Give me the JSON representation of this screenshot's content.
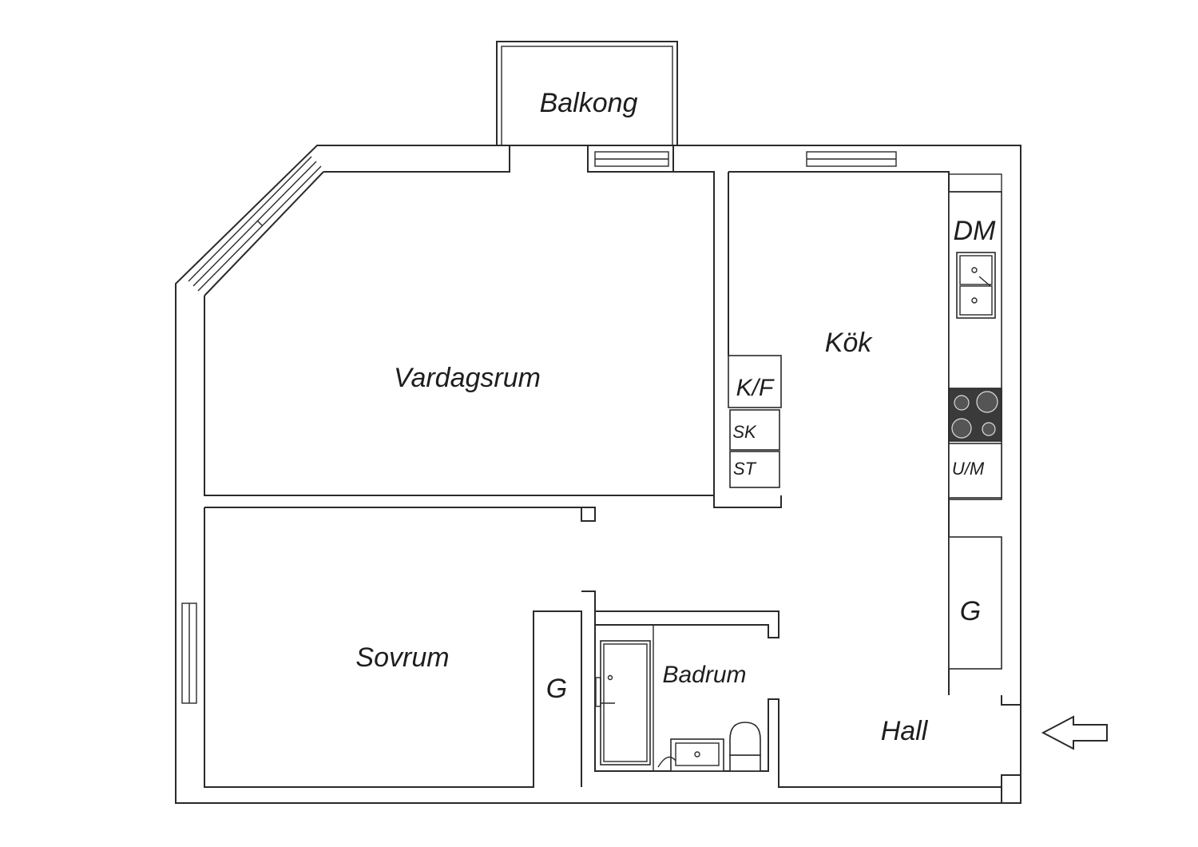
{
  "rooms": {
    "balkong": "Balkong",
    "vardagsrum": "Vardagsrum",
    "kok": "Kök",
    "sovrum": "Sovrum",
    "badrum": "Badrum",
    "hall": "Hall",
    "garderob_sovrum": "G",
    "garderob_hall": "G"
  },
  "fixtures": {
    "dm": "DM",
    "kf": "K/F",
    "sk": "SK",
    "st": "ST",
    "um": "U/M"
  },
  "entrance": {
    "icon": "entrance-arrow-icon"
  }
}
